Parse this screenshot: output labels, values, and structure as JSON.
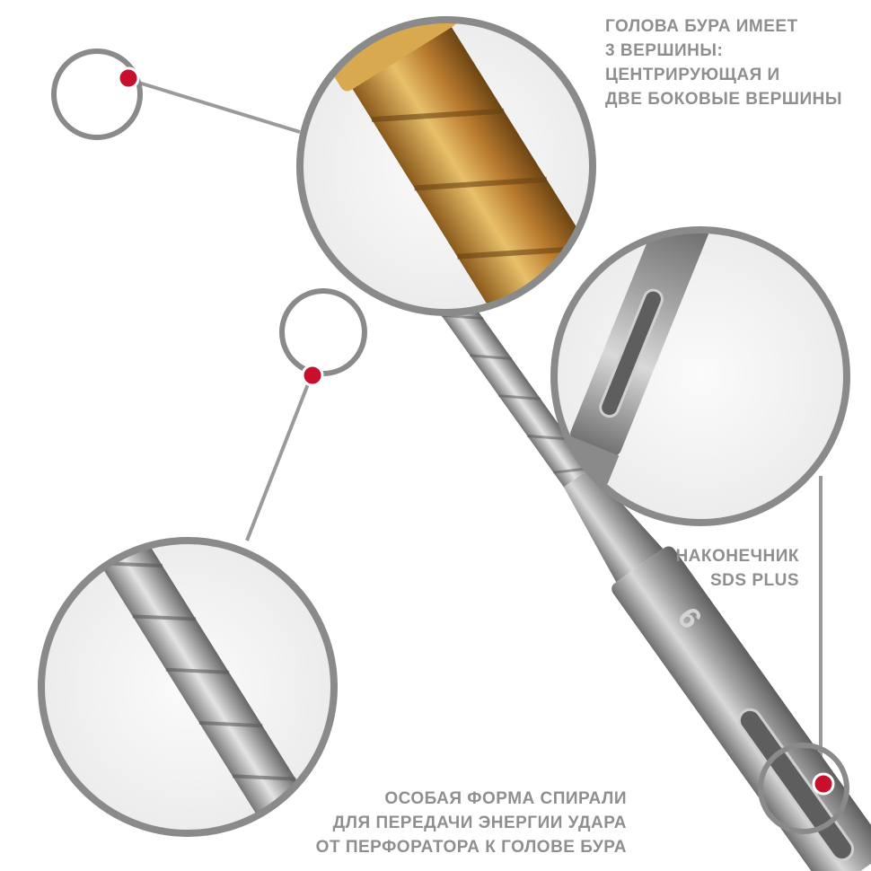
{
  "annotations": {
    "head": {
      "lines": [
        "ГОЛОВА БУРА ИМЕЕТ",
        "3 ВЕРШИНЫ:",
        "ЦЕНТРИРУЮЩАЯ И",
        "ДВЕ БОКОВЫЕ ВЕРШИНЫ"
      ]
    },
    "tip": {
      "lines": [
        "НАКОНЕЧНИК",
        "SDS PLUS"
      ]
    },
    "spiral": {
      "lines": [
        "ОСОБАЯ ФОРМА СПИРАЛИ",
        "ДЛЯ ПЕРЕДАЧИ ЭНЕРГИИ УДАРА",
        "ОТ ПЕРФОРАТОРА К ГОЛОВЕ БУРА"
      ]
    }
  },
  "shank_marking": "6",
  "colors": {
    "caption_text": "#8f8f8f",
    "callout_ring": "#8a8a8a",
    "marker_dot": "#c8102e",
    "gold_tip": "#c8963c",
    "steel": "#a8a8a8"
  }
}
